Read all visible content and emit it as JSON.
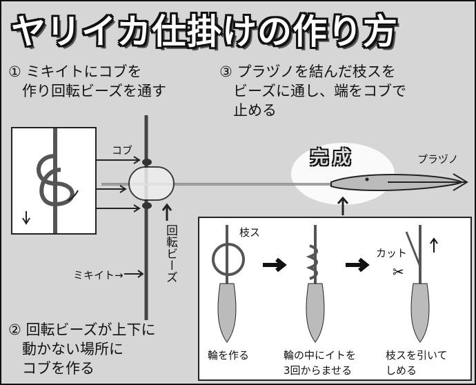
{
  "title": "ヤリイカ仕掛けの作り方",
  "steps": {
    "step1": "① ミキイトにコブを\n   作り回転ビーズを通す",
    "step2": "② 回転ビーズが上下に\n   動かない場所に\n   コブを作る",
    "step3": "③ プラヅノを結んだ枝スを\n   ビーズに通し、端をコブで\n   止める"
  },
  "labels": {
    "kobu": "コブ",
    "bead": "回転ビーズ",
    "mikiito": "ミキイト→",
    "complete": "完成",
    "purazuno": "プラヅノ",
    "edasu": "枝ス",
    "cut": "カット"
  },
  "substeps": [
    {
      "caption": "輪を作る"
    },
    {
      "caption": "輪の中にイトを\n3回からませる"
    },
    {
      "caption": "枝スを引いて\nしめる"
    }
  ]
}
